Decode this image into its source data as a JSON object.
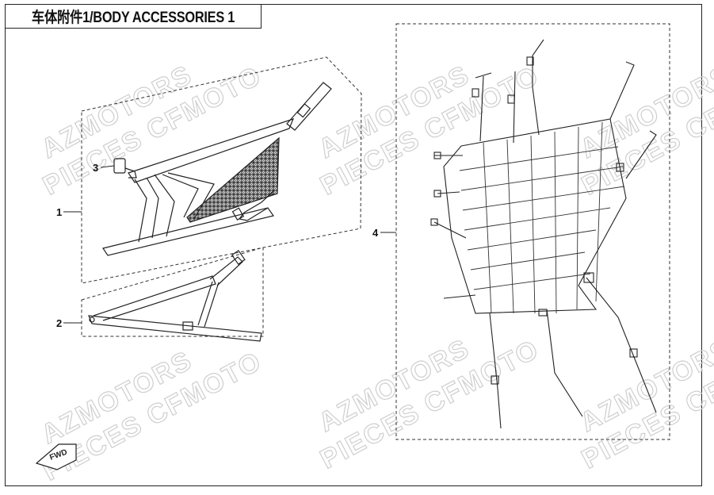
{
  "title": "车体附件1/BODY ACCESSORIES 1",
  "watermark": {
    "line1": "AZMOTORS",
    "line2": "PIECES CFMOTO"
  },
  "callouts": [
    "1",
    "2",
    "3",
    "4"
  ],
  "direction_marker": "FWD"
}
